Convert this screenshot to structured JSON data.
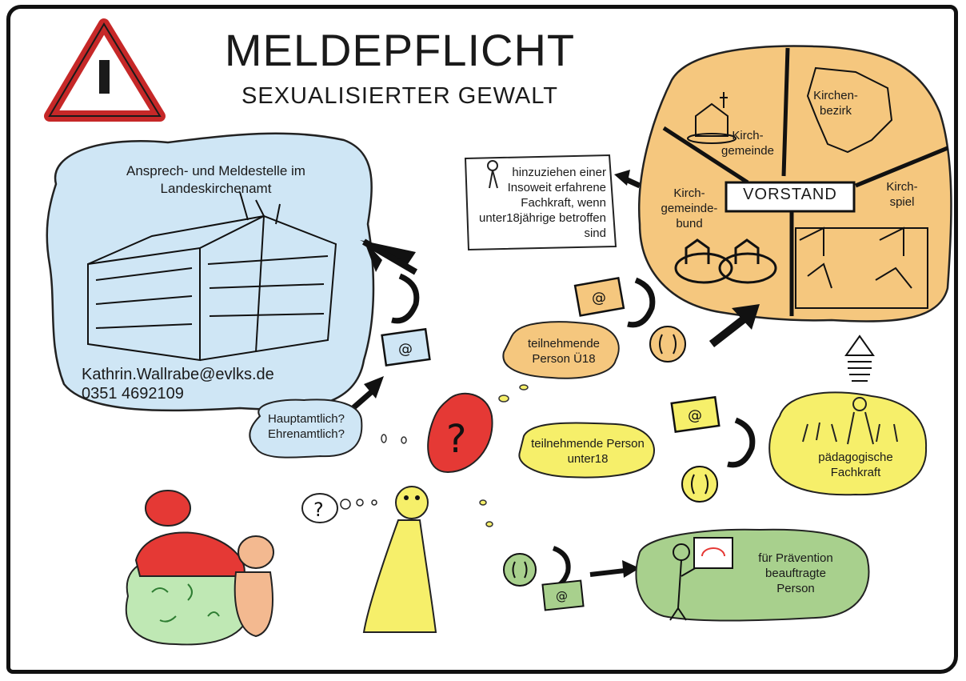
{
  "header": {
    "title": "MELDEPFLICHT",
    "subtitle": "SEXUALISIERTER GEWALT"
  },
  "contact": {
    "heading": "Ansprech- und Meldestelle im Landeskirchenamt",
    "email": "Kathrin.Wallrabe@evlks.de",
    "phone": "0351 4692109"
  },
  "question_bubble": {
    "text": "Hauptamtlich? Ehrenamtlich?"
  },
  "note": {
    "text": "hinzuziehen einer Insoweit erfahrene Fachkraft, wenn unter18jährige betroffen sind"
  },
  "church_units": {
    "center": "VORSTAND",
    "kirchgemeinde": "Kirch-gemeinde",
    "kirchenbezirk": "Kirchen-bezirk",
    "kirchgemeindebund": "Kirch-gemeinde-bund",
    "kirchspiel": "Kirch-spiel"
  },
  "participants": {
    "adult": "teilnehmende Person Ü18",
    "minor": "teilnehmende Person unter18"
  },
  "roles": {
    "educator": "pädagogische Fachkraft",
    "prevention": "für Prävention beauftragte Person"
  },
  "colors": {
    "sky": "#cfe6f5",
    "orange": "#f5c77e",
    "yellow": "#f6ef6a",
    "green": "#a8d08d",
    "red": "#e53935",
    "light_green": "#bfe8b4",
    "skin": "#f3b990"
  }
}
